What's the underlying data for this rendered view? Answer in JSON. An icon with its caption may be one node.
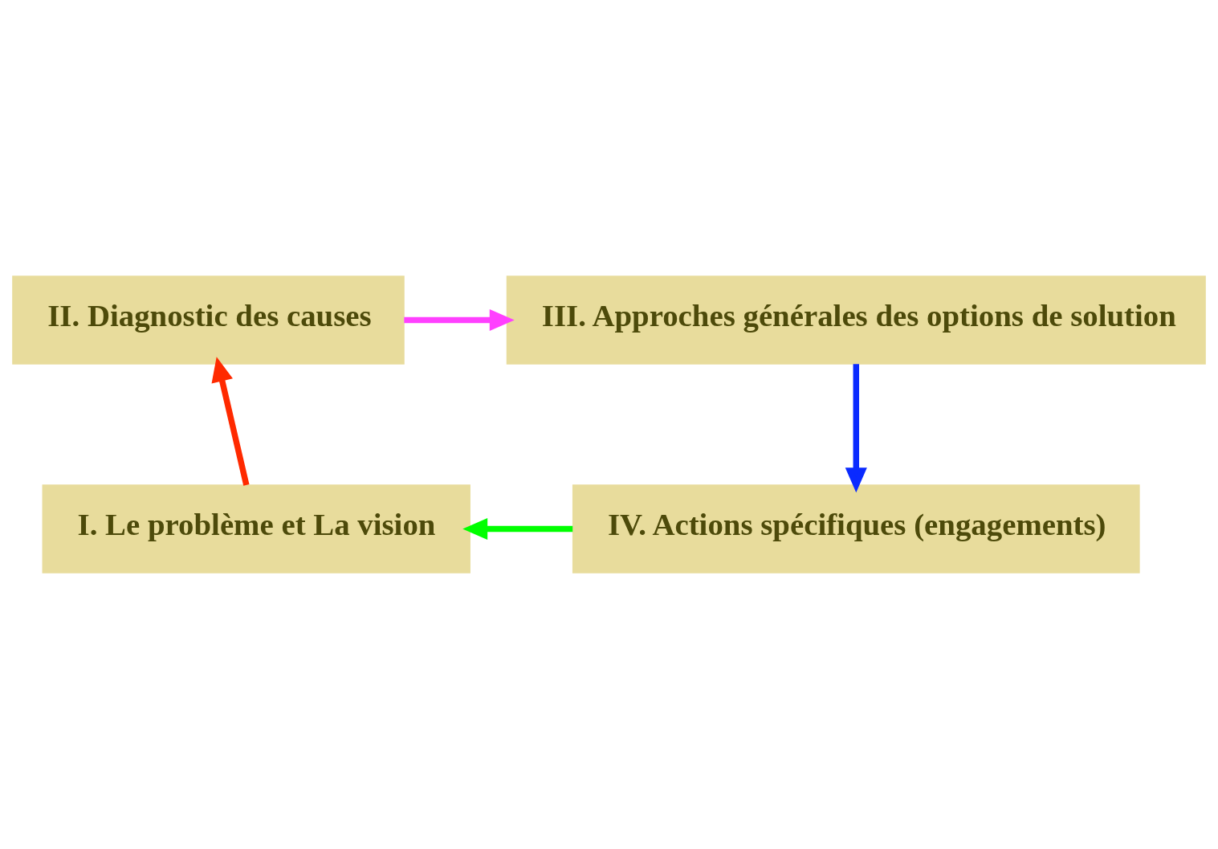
{
  "diagram": {
    "nodes": [
      {
        "text": [
          "I. Le problème et La vision"
        ]
      },
      {
        "text": [
          "II. Diagnostic des causes"
        ]
      },
      {
        "text": [
          "III. Approches générales des options de solution"
        ]
      },
      {
        "text": [
          "IV. Actions spécifiques (engagements)"
        ]
      }
    ],
    "edges": [
      {
        "from": 0,
        "to": 1,
        "arrow": "to",
        "color": "#ff2a00"
      },
      {
        "from": 1,
        "to": 2,
        "arrow": "to",
        "color": "#ff40ff"
      },
      {
        "from": 2,
        "to": 3,
        "arrow": "to",
        "color": "#0a2aff"
      },
      {
        "from": 3,
        "to": 0,
        "arrow": "to",
        "color": "#00ff00"
      }
    ]
  }
}
